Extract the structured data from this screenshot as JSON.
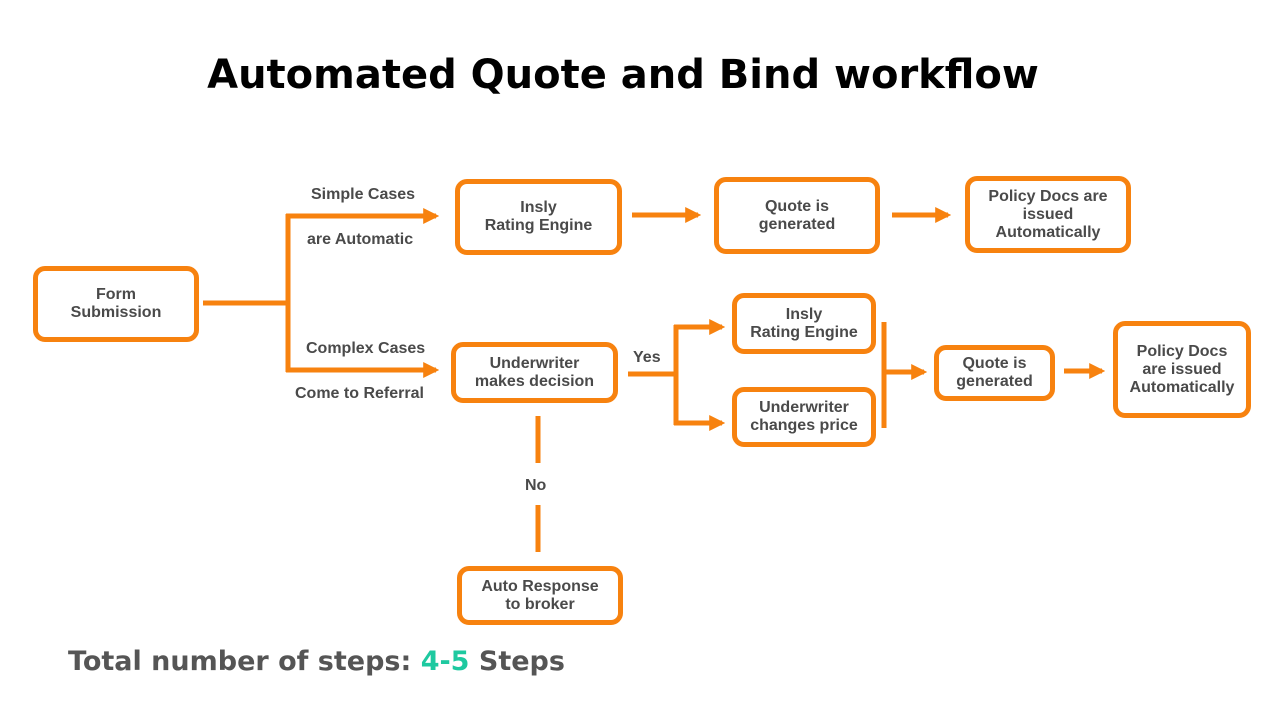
{
  "title": "Automated Quote and Bind workflow",
  "colors": {
    "accent": "#f7820f",
    "text": "#4a4a4a",
    "highlight": "#1ec9a0"
  },
  "nodes": {
    "form": "Form\nSubmission",
    "rating_top": "Insly\nRating Engine",
    "quote_top": "Quote is\ngenerated",
    "policy_top": "Policy Docs are\nissued\nAutomatically",
    "underwriter": "Underwriter\nmakes decision",
    "rating_bottom": "Insly\nRating Engine",
    "uw_price": "Underwriter\nchanges price",
    "quote_bottom": "Quote is\ngenerated",
    "policy_bottom": "Policy Docs\nare issued\nAutomatically",
    "auto_response": "Auto Response\nto broker"
  },
  "edge_labels": {
    "simple": "Simple Cases",
    "automatic": "are Automatic",
    "complex": "Complex Cases",
    "referral": "Come to Referral",
    "yes": "Yes",
    "no": "No"
  },
  "footer": {
    "prefix": "Total number of steps: ",
    "value": "4-5",
    "suffix": " Steps"
  }
}
